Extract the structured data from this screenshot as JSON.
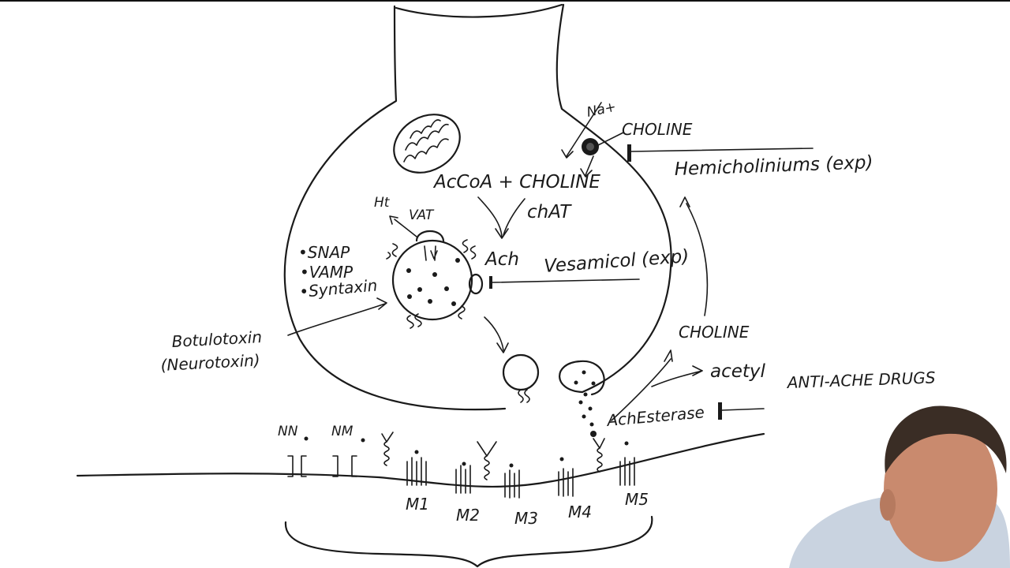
{
  "labels": {
    "na": "Na+",
    "choline_top": "CHOLINE",
    "hemicholinium": "Hemicholiniums (exp)",
    "acoa_choline": "AcCoA + CHOLINE",
    "chat": "chAT",
    "ht": "Ht",
    "vat": "VAT",
    "ach_vesicle": "Ach",
    "vesamicol": "Vesamicol (exp)",
    "snap": "•SNAP",
    "vamp": "•VAMP",
    "syntaxin": "•Syntaxin",
    "botulotoxin": "Botulotoxin",
    "neurotoxin": "(Neurotoxin)",
    "choline_right": "CHOLINE",
    "acetyl": "acetyl",
    "anti_ache": "ANTI-ACHE DRUGS",
    "ach_esterase": "AchEsterase",
    "nn": "NN",
    "nm": "NM",
    "m1": "M1",
    "m2": "M2",
    "m3": "M3",
    "m4": "M4",
    "m5": "M5"
  },
  "colors": {
    "ink": "#1a1a1a",
    "background": "#ffffff",
    "shirt": "#c9d3e0",
    "skin": "#c98a6e",
    "hair": "#3a2d25"
  }
}
